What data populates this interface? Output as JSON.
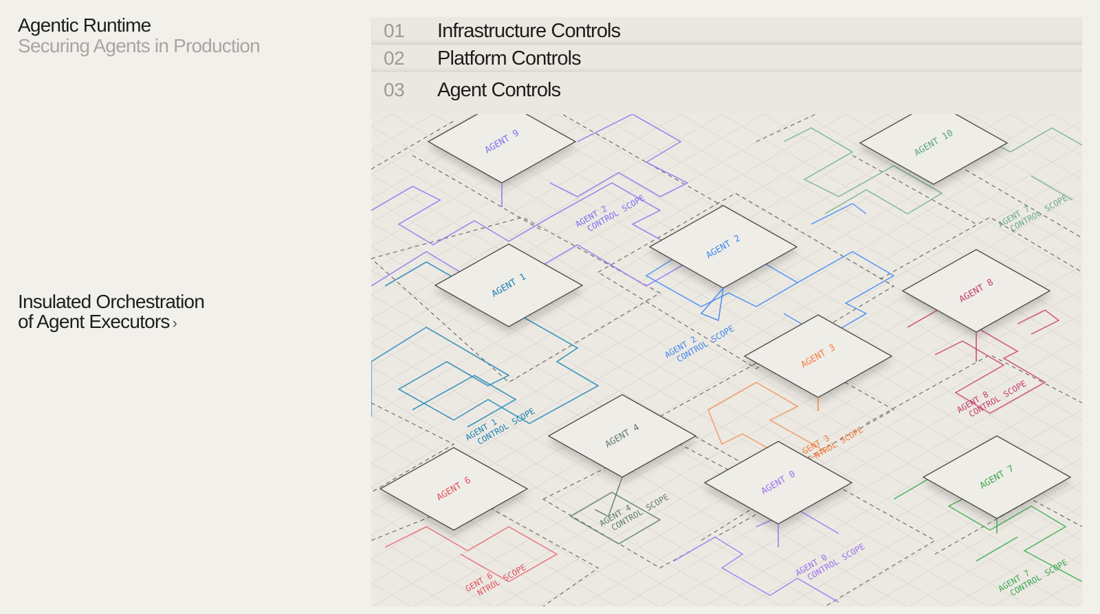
{
  "header": {
    "title": "Agentic Runtime",
    "subtitle": "Securing Agents in Production"
  },
  "section": {
    "heading_line1": "Insulated Orchestration",
    "heading_line2": "of Agent Executors",
    "chevron": "›"
  },
  "tabs": [
    {
      "number": "01",
      "label": "Infrastructure Controls"
    },
    {
      "number": "02",
      "label": "Platform Controls"
    },
    {
      "number": "03",
      "label": "Agent Controls"
    }
  ],
  "diagram": {
    "agents": [
      {
        "id": "agent-9",
        "label": "AGENT 9",
        "color": "#7b6ff0"
      },
      {
        "id": "agent-10",
        "label": "AGENT 10",
        "color": "#5aa47a",
        "scope1": "AGENT 7",
        "scope2": "CONTROL SCOPE"
      },
      {
        "id": "agent-2",
        "label": "AGENT 2",
        "color": "#3f86f0",
        "scope1": "AGENT 2",
        "scope2": "CONTROL SCOPE"
      },
      {
        "id": "agent-1",
        "label": "AGENT 1",
        "color": "#1a7fb0",
        "scope1": "AGENT 1",
        "scope2": "CONTROL SCOPE"
      },
      {
        "id": "agent-8",
        "label": "AGENT 8",
        "color": "#c23b6a",
        "scope1": "AGENT 8",
        "scope2": "CONTROL SCOPE"
      },
      {
        "id": "agent-3",
        "label": "AGENT 3",
        "color": "#f07a3a",
        "scope1": "GENT 3",
        "scope2": "NTROL SCOPE"
      },
      {
        "id": "agent-4",
        "label": "AGENT 4",
        "color": "#5f7a6e",
        "scope1": "AGENT 4",
        "scope2": "CONTROL SCOPE"
      },
      {
        "id": "agent-6",
        "label": "AGENT 6",
        "color": "#e0505a",
        "scope1": "GENT 6",
        "scope2": "NTROL SCOPE"
      },
      {
        "id": "agent-0",
        "label": "AGENT 0",
        "color": "#9a6ff0",
        "scope1": "AGENT 0",
        "scope2": "CONTROL SCOPE"
      },
      {
        "id": "agent-7",
        "label": "AGENT 7",
        "color": "#3aa84e",
        "scope1": "AGENT 7",
        "scope2": "CONTROL SCOPE"
      }
    ],
    "extra_scope_label": {
      "line1": "AGENT 2",
      "line2": "CONTROL SCOPE",
      "color": "#7b6ff0"
    }
  }
}
